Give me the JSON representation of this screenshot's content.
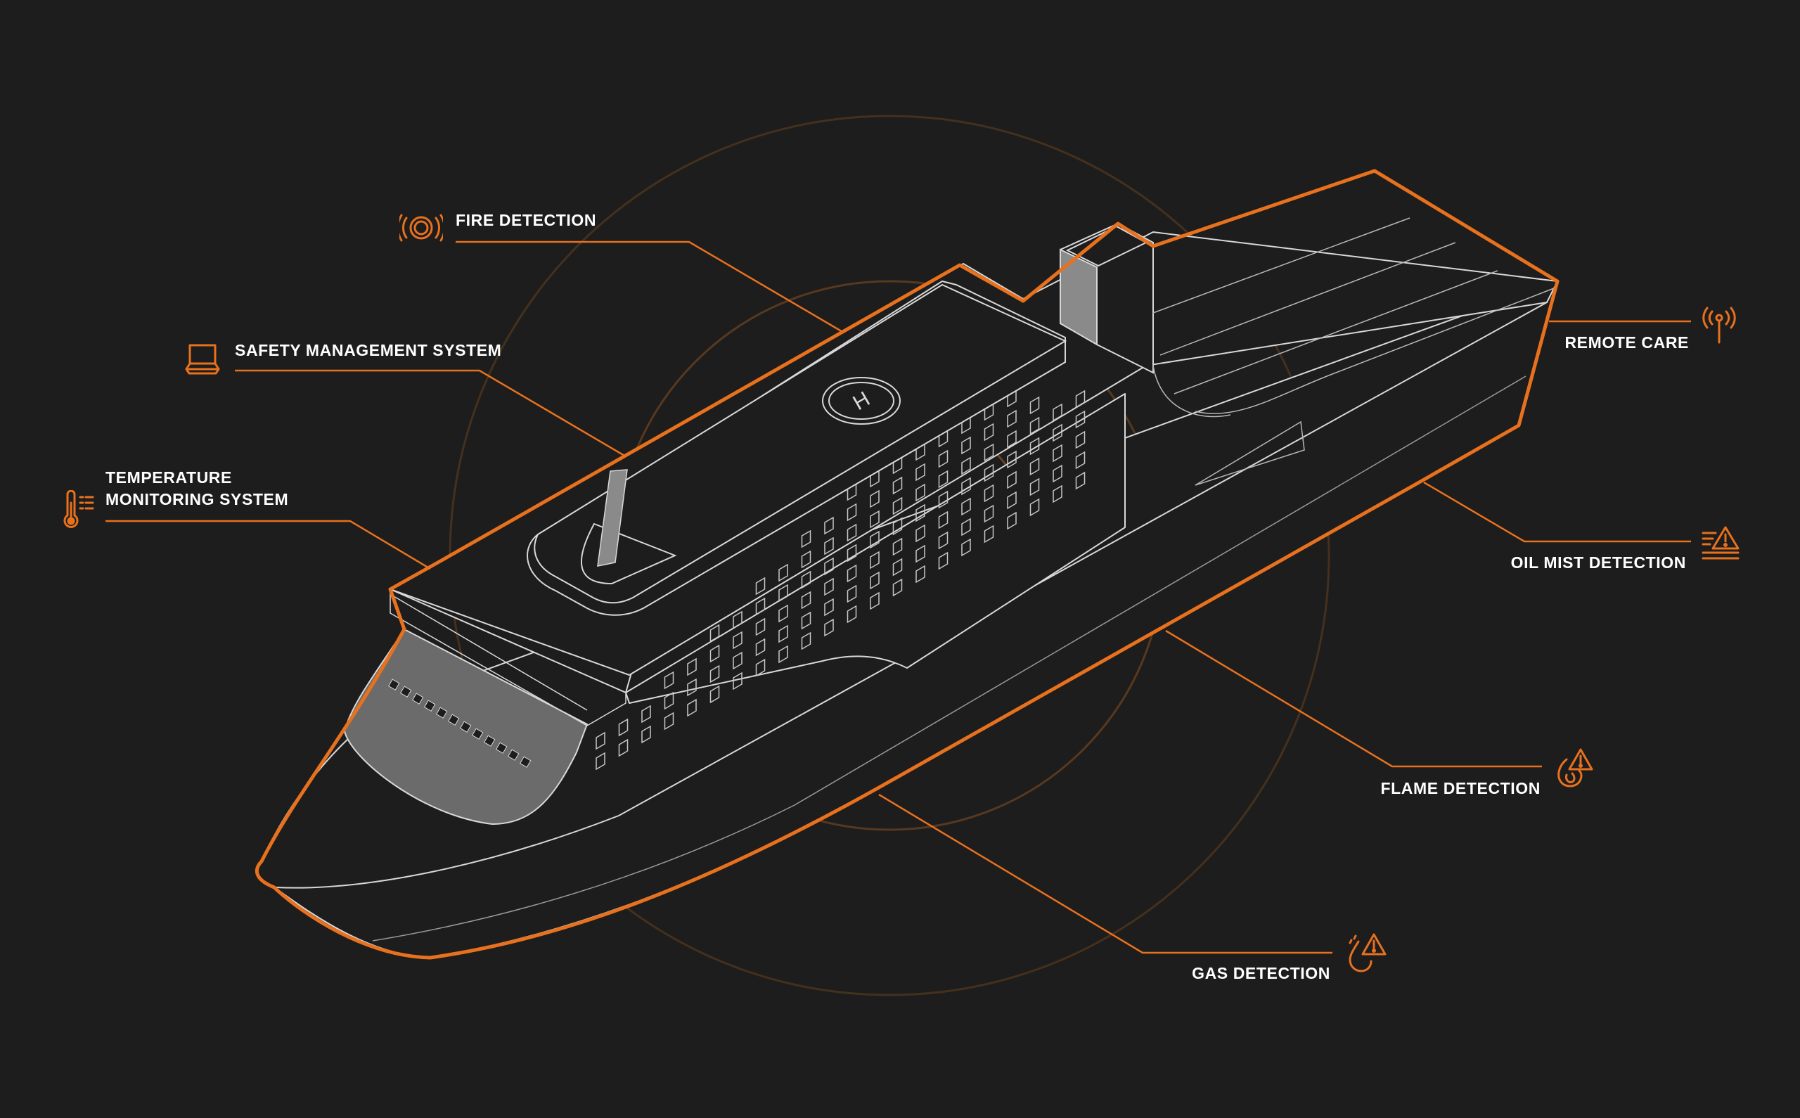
{
  "accent_color": "#e8711e",
  "background_color": "#1d1d1d",
  "ship_line_color": "#d8d8d8",
  "callouts": {
    "fire": {
      "label": "FIRE DETECTION",
      "icon": "alarm-icon"
    },
    "safety": {
      "label": "SAFETY MANAGEMENT SYSTEM",
      "icon": "laptop-icon"
    },
    "temperature": {
      "label_line1": "TEMPERATURE",
      "label_line2": "MONITORING SYSTEM",
      "icon": "thermometer-icon"
    },
    "remote": {
      "label": "REMOTE CARE",
      "icon": "antenna-icon"
    },
    "oil": {
      "label": "OIL MIST DETECTION",
      "icon": "oil-mist-warning-icon"
    },
    "flame": {
      "label": "FLAME DETECTION",
      "icon": "flame-warning-icon"
    },
    "gas": {
      "label": "GAS DETECTION",
      "icon": "gas-warning-icon"
    }
  },
  "helipad_mark": "H"
}
